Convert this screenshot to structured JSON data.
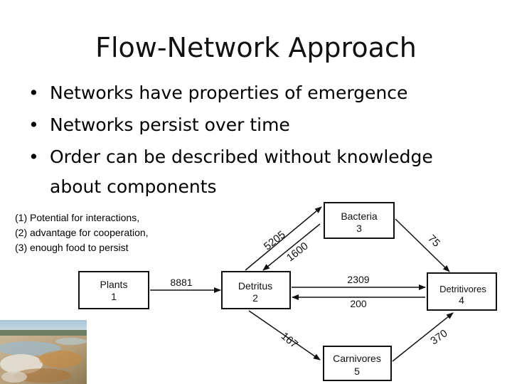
{
  "title": "Flow-Network Approach",
  "bullets": [
    "Networks have properties of emergence",
    "Networks persist over time",
    "Order can be described without knowledge"
  ],
  "bullet_continuation": "about components",
  "notes": [
    "(1) Potential for interactions,",
    "(2) advantage for cooperation,",
    "(3) enough food to persist"
  ],
  "nodes": {
    "plants": {
      "name": "Plants",
      "number": "1"
    },
    "detritus": {
      "name": "Detritus",
      "number": "2"
    },
    "bacteria": {
      "name": "Bacteria",
      "number": "3"
    },
    "detritivores": {
      "name": "Detritivores",
      "number": "4"
    },
    "carnivores": {
      "name": "Carnivores",
      "number": "5"
    }
  },
  "flows": {
    "plants_to_detritus": "8881",
    "detritus_to_bacteria": "5205",
    "bacteria_to_detritus": "1600",
    "bacteria_to_detritivores": "75",
    "detritus_to_detritivores": "2309",
    "detritivores_to_detritus": "200",
    "detritus_to_carnivores": "167",
    "carnivores_to_detritivores": "370"
  }
}
